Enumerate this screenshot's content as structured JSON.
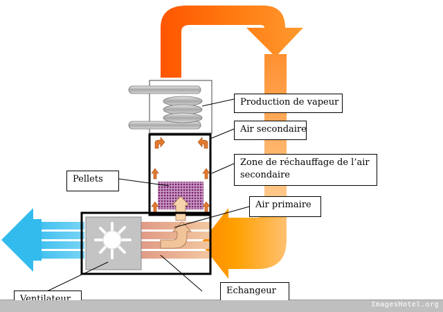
{
  "labels": {
    "production_vapeur": "Production de vapeur",
    "air_secondaire": "Air secondaire",
    "zone_rechauffage_line1": "Zone de réchauffage de l’air",
    "zone_rechauffage_line2": "secondaire",
    "pellets": "Pellets",
    "air_primaire": "Air primaire",
    "ventilateur": "Ventilateur",
    "echangeur": "Echangeur"
  },
  "watermark": "ImagesHotel.org",
  "colors": {
    "hot_gas_dark": "#ff6a00",
    "hot_gas_light": "#ffb060",
    "fresh_air": "#33bbee",
    "exchanger_pipe": "#e8a88a",
    "coil": "#b8b8b8",
    "fan_body": "#bfbfbf",
    "pellet_bed": "#9c3a8f"
  }
}
